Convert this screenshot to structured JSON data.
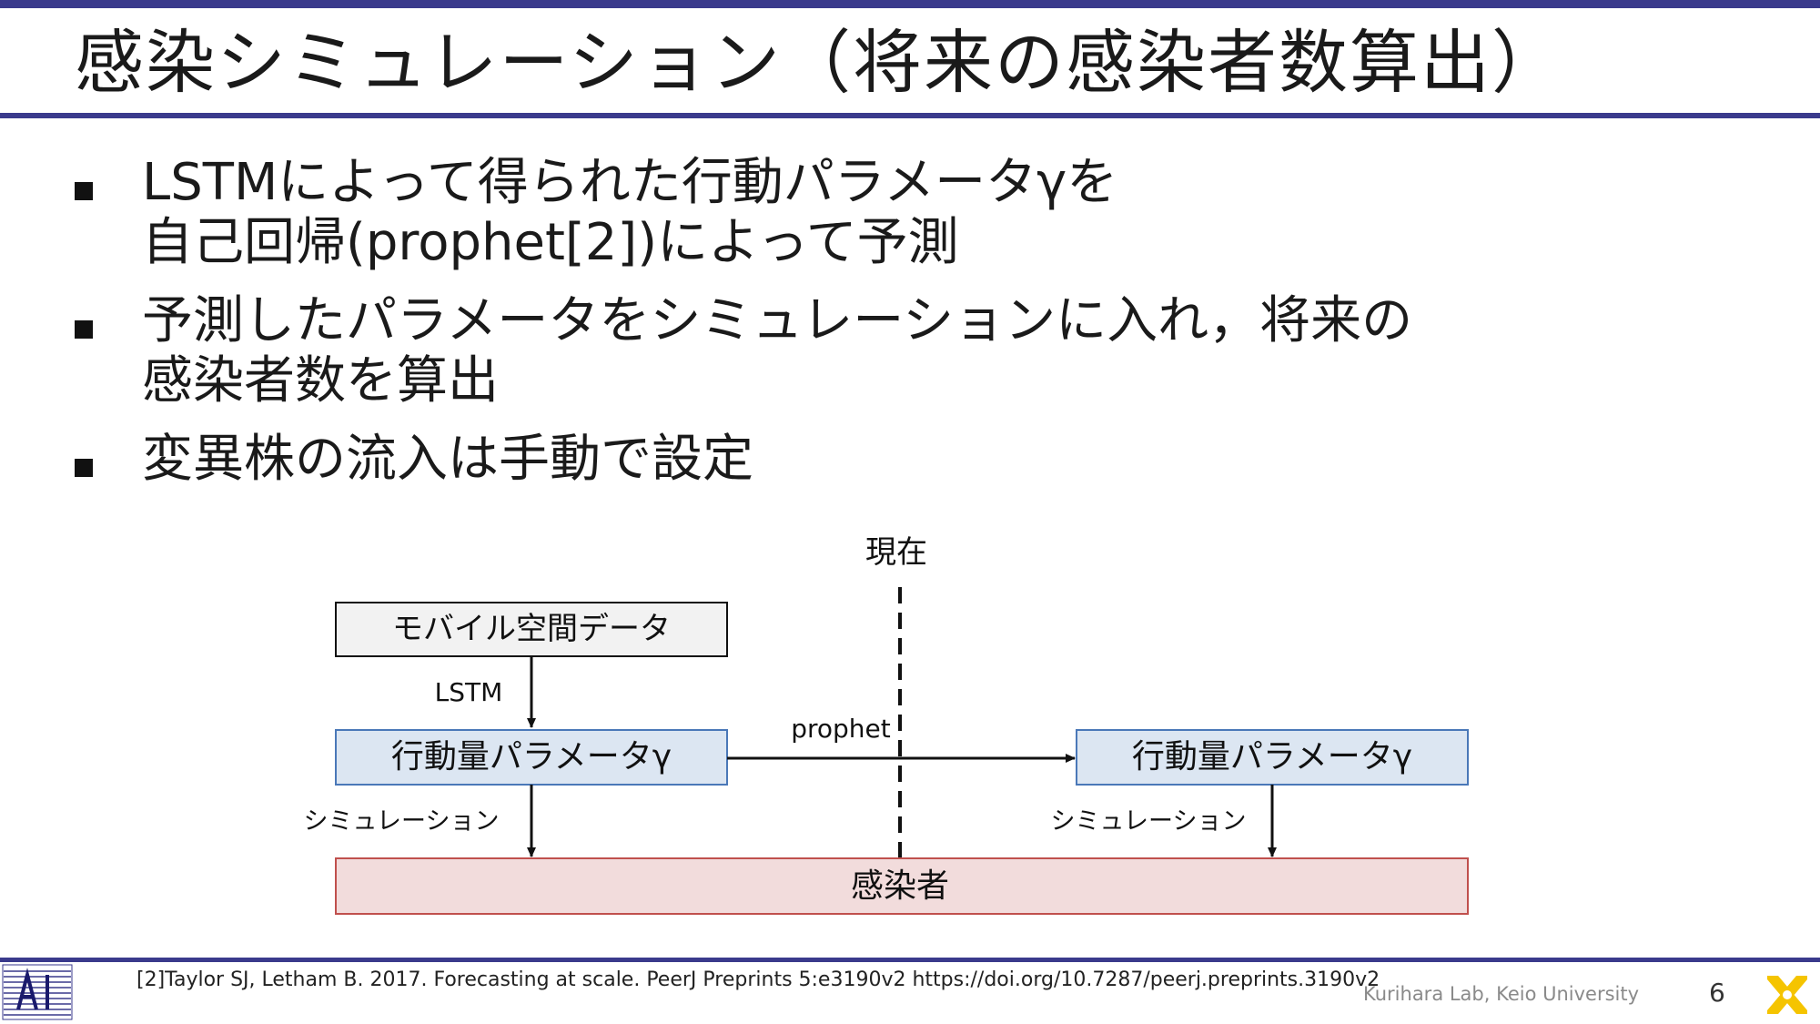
{
  "slide": {
    "title": "感染シミュレーション（将来の感染者数算出）",
    "bullets": [
      {
        "lines": [
          "LSTMによって得られた行動パラメータγを",
          "自己回帰(prophet[2])によって予測"
        ]
      },
      {
        "lines": [
          "予測したパラメータをシミュレーションに入れ，将来の",
          "感染者数を算出"
        ]
      },
      {
        "lines": [
          "変異株の流入は手動で設定"
        ]
      }
    ],
    "page_number": "6"
  },
  "diagram": {
    "now_label": "現在",
    "mobility_box": "モバイル空間データ",
    "lstm_label": "LSTM",
    "param_box_left": "行動量パラメータγ",
    "prophet_label": "prophet",
    "param_box_right": "行動量パラメータγ",
    "sim_label_left": "シミュレーション",
    "sim_label_right": "シミュレーション",
    "infected_box": "感染者"
  },
  "footer": {
    "reference": "[2]Taylor SJ, Letham B. 2017. Forecasting at scale. PeerJ Preprints 5:e3190v2 https://doi.org/10.7287/peerj.preprints.3190v2",
    "lab": "Kurihara Lab, Keio University"
  },
  "colors": {
    "accent": "#3a3a8c",
    "param_fill": "#dce6f2",
    "param_stroke": "#4a78b8",
    "infected_fill": "#f2dcdc",
    "infected_stroke": "#c0504d",
    "mobility_fill": "#f2f2f2",
    "logo_yellow": "#f5c400"
  }
}
